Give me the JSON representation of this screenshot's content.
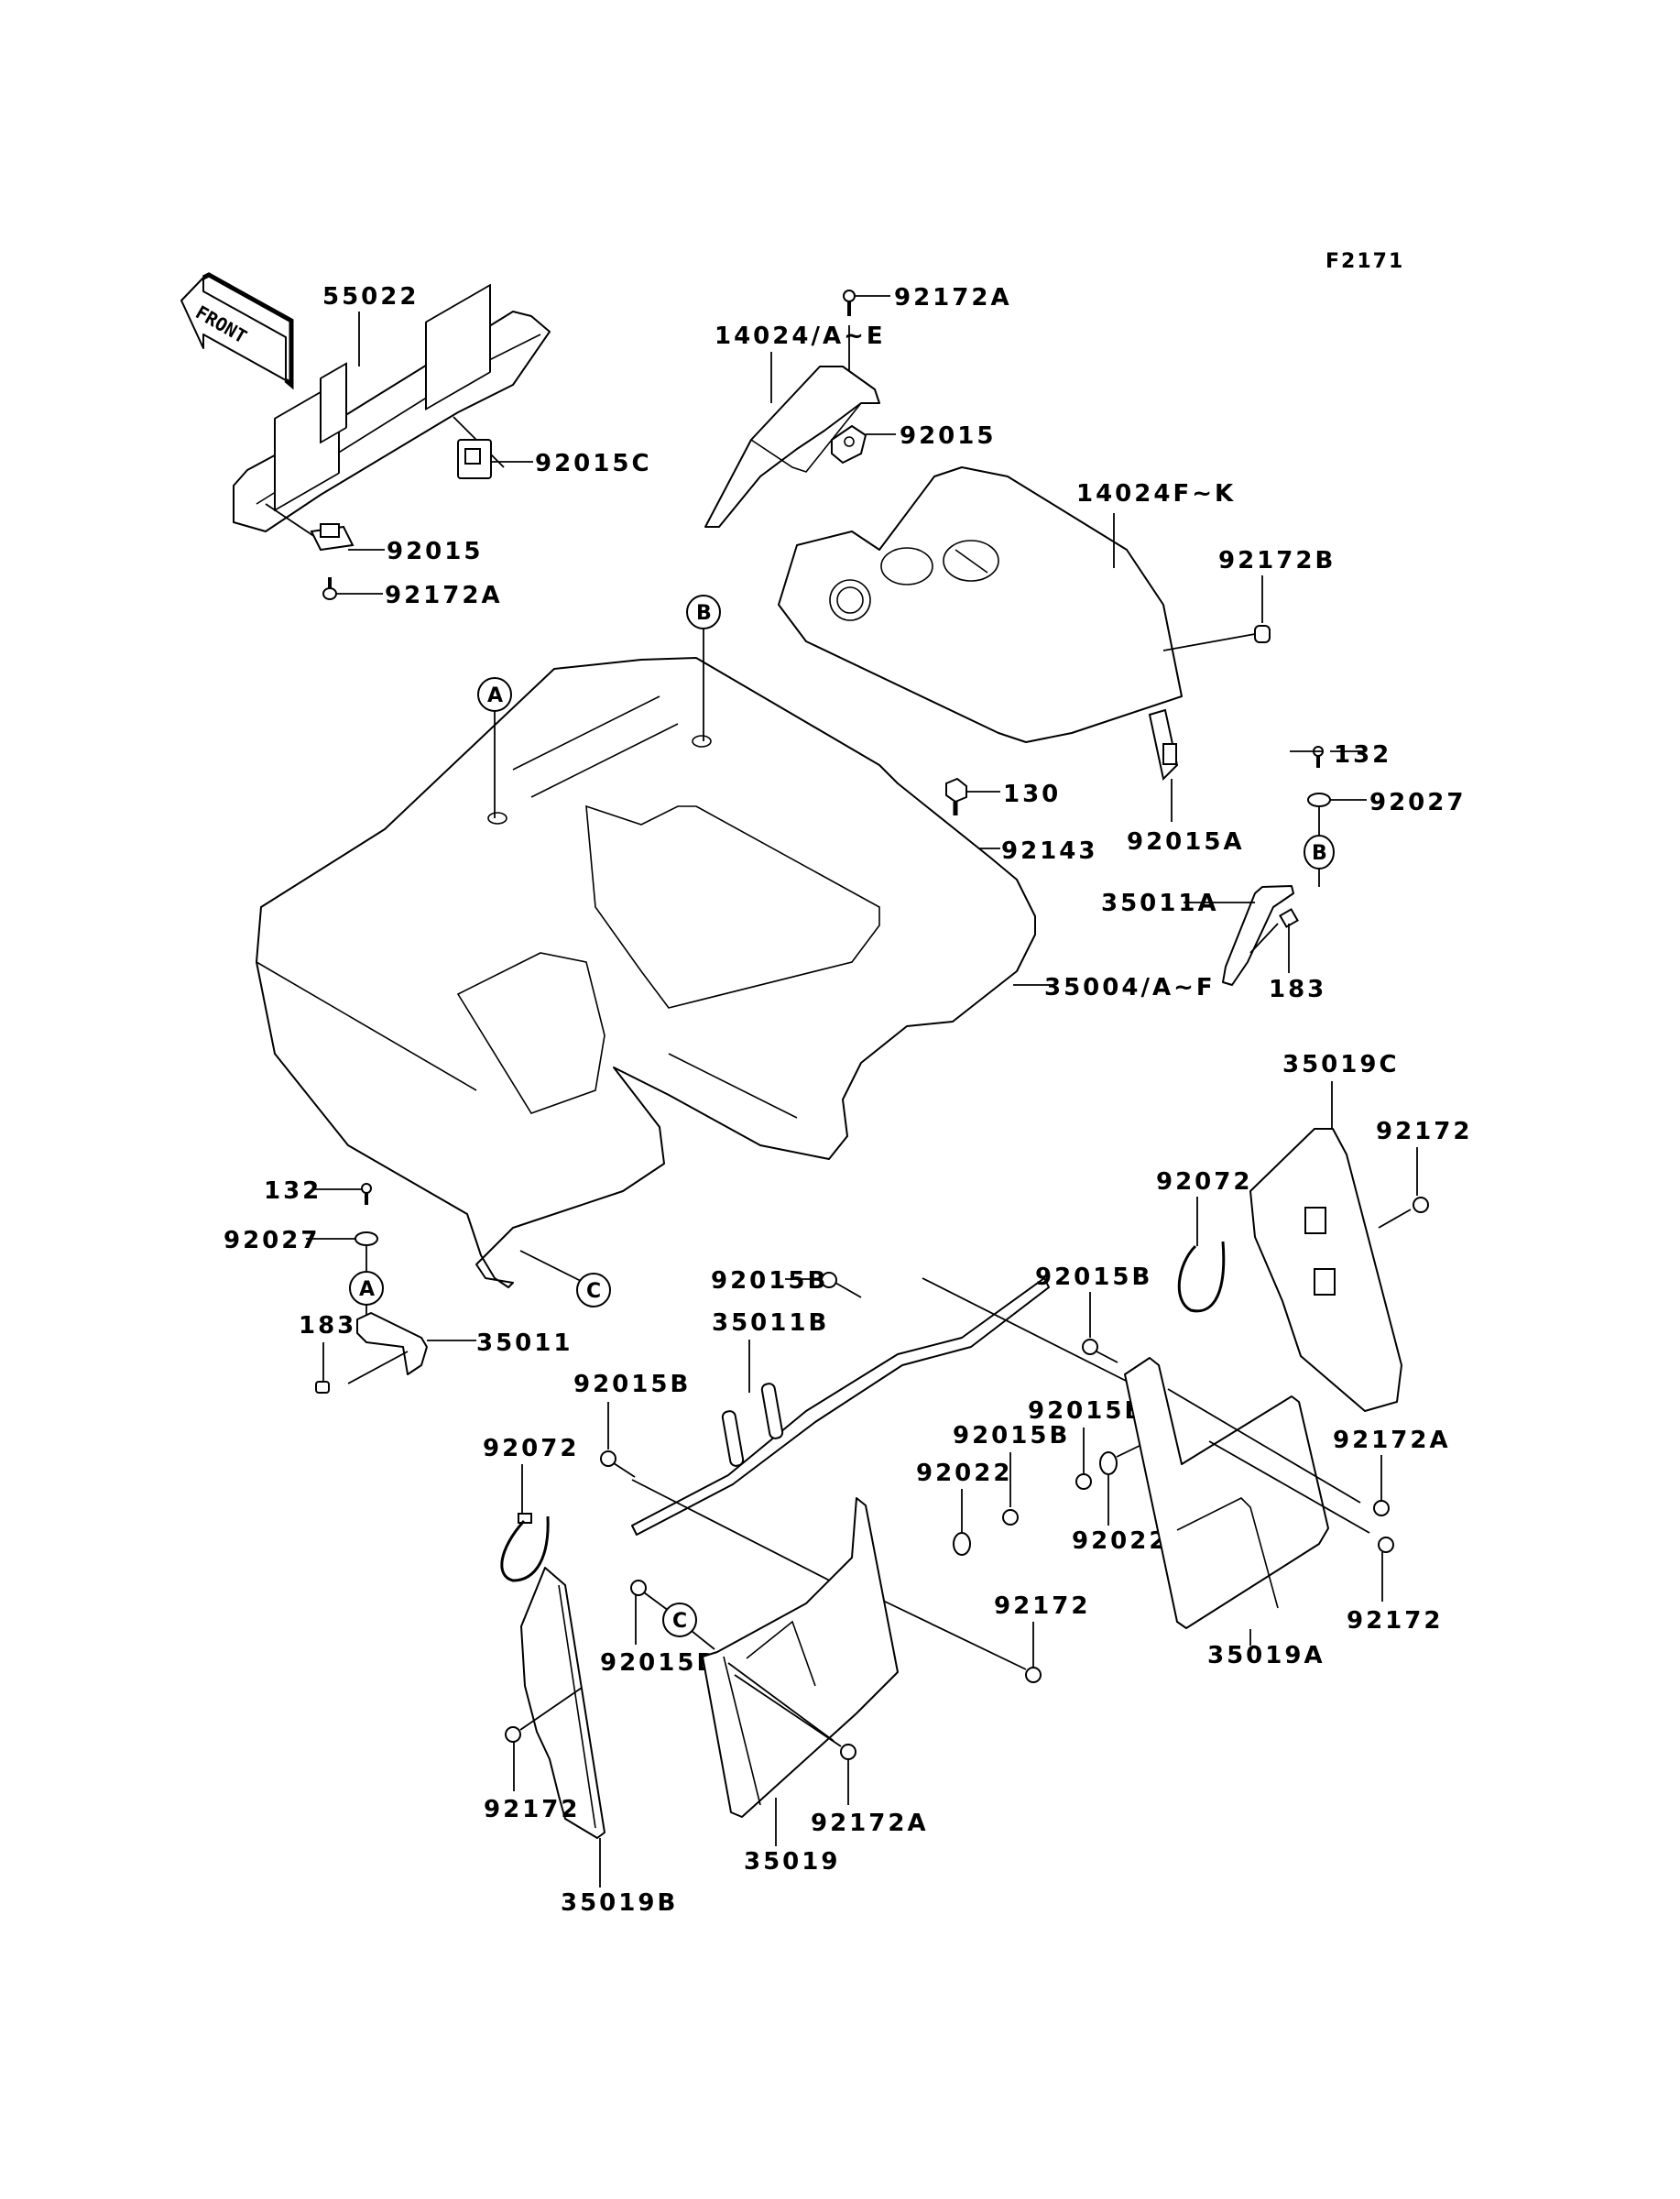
{
  "diagram": {
    "figure_ref": "F2171",
    "direction_indicator": "FRONT",
    "callouts": [
      "A",
      "B",
      "C"
    ],
    "parts": [
      {
        "id": "55022",
        "label": "55022"
      },
      {
        "id": "92015C",
        "label": "92015C"
      },
      {
        "id": "92015-left",
        "label": "92015"
      },
      {
        "id": "92172A-left",
        "label": "92172A"
      },
      {
        "id": "92172A-top",
        "label": "92172A"
      },
      {
        "id": "14024AE",
        "label": "14024/A~E"
      },
      {
        "id": "92015-top",
        "label": "92015"
      },
      {
        "id": "14024FK",
        "label": "14024F~K"
      },
      {
        "id": "92172B",
        "label": "92172B"
      },
      {
        "id": "92015A",
        "label": "92015A"
      },
      {
        "id": "132-right",
        "label": "132"
      },
      {
        "id": "92027-right",
        "label": "92027"
      },
      {
        "id": "130",
        "label": "130"
      },
      {
        "id": "92143",
        "label": "92143"
      },
      {
        "id": "35011A",
        "label": "35011A"
      },
      {
        "id": "183-right",
        "label": "183"
      },
      {
        "id": "35004AF",
        "label": "35004/A~F"
      },
      {
        "id": "35019C",
        "label": "35019C"
      },
      {
        "id": "92172-right-top",
        "label": "92172"
      },
      {
        "id": "92072-right",
        "label": "92072"
      },
      {
        "id": "132-left",
        "label": "132"
      },
      {
        "id": "92027-left",
        "label": "92027"
      },
      {
        "id": "183-left",
        "label": "183"
      },
      {
        "id": "35011",
        "label": "35011"
      },
      {
        "id": "92015B-1",
        "label": "92015B"
      },
      {
        "id": "92015B-2",
        "label": "92015B"
      },
      {
        "id": "35011B",
        "label": "35011B"
      },
      {
        "id": "92015B-3",
        "label": "92015B"
      },
      {
        "id": "92015B-4",
        "label": "92015B"
      },
      {
        "id": "92015B-5",
        "label": "92015B"
      },
      {
        "id": "92072-left",
        "label": "92072"
      },
      {
        "id": "92022-1",
        "label": "92022"
      },
      {
        "id": "92022-2",
        "label": "92022"
      },
      {
        "id": "92172A-right",
        "label": "92172A"
      },
      {
        "id": "92172-right-bottom",
        "label": "92172"
      },
      {
        "id": "35019A",
        "label": "35019A"
      },
      {
        "id": "92172-mid",
        "label": "92172"
      },
      {
        "id": "92015B-6",
        "label": "92015B"
      },
      {
        "id": "92172-left",
        "label": "92172"
      },
      {
        "id": "92172A-bottom",
        "label": "92172A"
      },
      {
        "id": "35019",
        "label": "35019"
      },
      {
        "id": "35019B",
        "label": "35019B"
      }
    ]
  }
}
